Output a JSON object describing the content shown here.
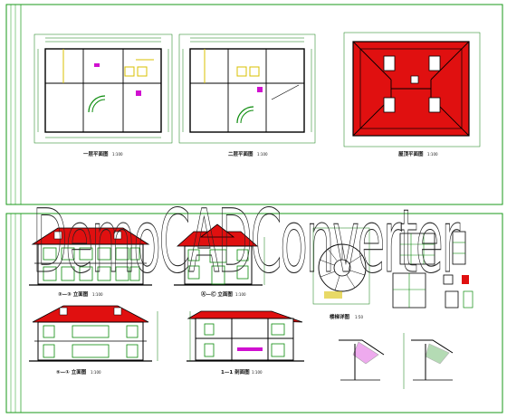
{
  "colors": {
    "background": "#ffffff",
    "frame": "#1a9a1a",
    "wall": "#000000",
    "roof": "#e01010",
    "window": "#0a8a0a",
    "yellow": "#d8c000",
    "magenta": "#d010d0",
    "dims": "#0a7a0a"
  },
  "sheet_top": {
    "captions": [
      {
        "text": "一层平面图",
        "scale": "1:100"
      },
      {
        "text": "二层平面图",
        "scale": "1:100"
      },
      {
        "text": "屋顶平面图",
        "scale": "1:100"
      }
    ]
  },
  "sheet_bottom": {
    "captions": [
      {
        "text": "③—③ 立面图",
        "scale": "1:100"
      },
      {
        "text": "Ⓐ—Ⓒ 立面图",
        "scale": "1:100"
      },
      {
        "text": "⑤—① 立面图",
        "scale": "1:100"
      },
      {
        "text": "1—1 剖面图",
        "scale": "1:100"
      },
      {
        "text": "楼梯详图",
        "scale": "1:50"
      }
    ]
  },
  "watermark": {
    "text": "DemoCADConverter"
  }
}
